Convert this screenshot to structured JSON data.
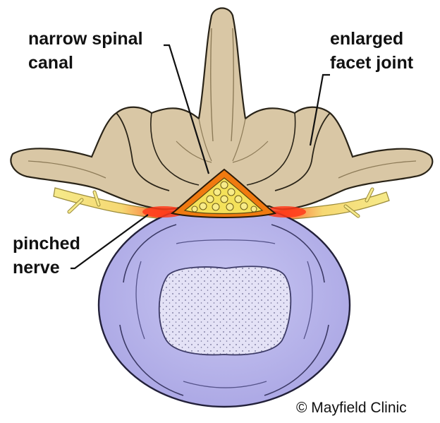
{
  "labels": {
    "spinal_canal_line1": "narrow spinal",
    "spinal_canal_line2": "canal",
    "facet_joint_line1": "enlarged",
    "facet_joint_line2": "facet joint",
    "pinched_nerve_line1": "pinched",
    "pinched_nerve_line2": "nerve"
  },
  "credit": "© Mayfield Clinic",
  "colors": {
    "bone": "#d9c7a5",
    "bone_shadow": "#b8a47f",
    "disc": "#b7b4ea",
    "disc_nucleus": "#e4e2f6",
    "canal_ring": "#f07a10",
    "nerve": "#f3e27a",
    "inflamed": "#ff3a1a"
  }
}
